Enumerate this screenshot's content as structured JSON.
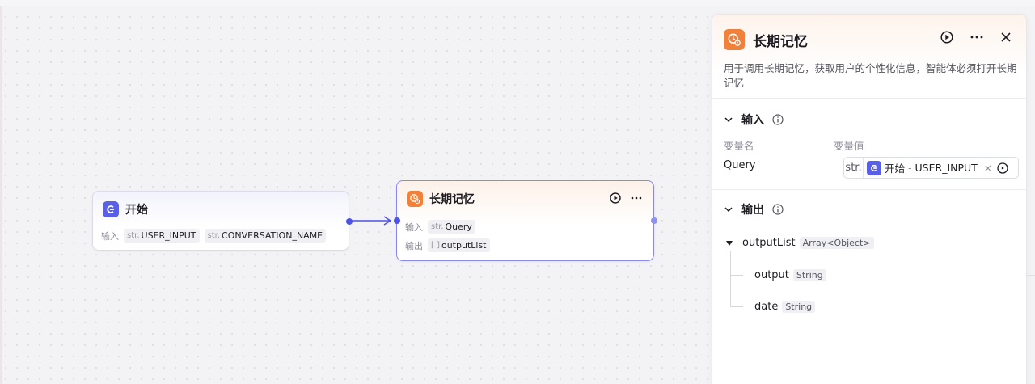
{
  "canvas": {
    "start_node": {
      "title": "开始",
      "input_label": "输入",
      "params": [
        {
          "type": "str.",
          "name": "USER_INPUT"
        },
        {
          "type": "str.",
          "name": "CONVERSATION_NAME"
        }
      ]
    },
    "memory_node": {
      "title": "长期记忆",
      "input_label": "输入",
      "output_label": "输出",
      "input": {
        "type": "str.",
        "name": "Query"
      },
      "output": {
        "type": "[ ]",
        "name": "outputList"
      }
    }
  },
  "panel": {
    "title": "长期记忆",
    "description": "用于调用长期记忆，获取用户的个性化信息，智能体必须打开长期记忆",
    "input_section": {
      "title": "输入",
      "col_name": "变量名",
      "col_value": "变量值",
      "var_name": "Query",
      "var_type": "str.",
      "ref_node": "开始",
      "ref_sep": "-",
      "ref_var": "USER_INPUT",
      "clear_symbol": "×"
    },
    "output_section": {
      "title": "输出",
      "root": {
        "name": "outputList",
        "type": "Array<Object>"
      },
      "children": [
        {
          "name": "output",
          "type": "String"
        },
        {
          "name": "date",
          "type": "String"
        }
      ]
    }
  },
  "colors": {
    "accent": "#4d53e8",
    "start_icon": "#5a5fe8",
    "memory_icon": "#f0803a"
  },
  "icons": {
    "start": "start-node-icon",
    "memory": "memory-clock-icon",
    "run": "play-circle-icon",
    "more": "ellipsis-icon",
    "close": "close-icon",
    "info": "info-icon",
    "chevron": "chevron-down-icon"
  }
}
